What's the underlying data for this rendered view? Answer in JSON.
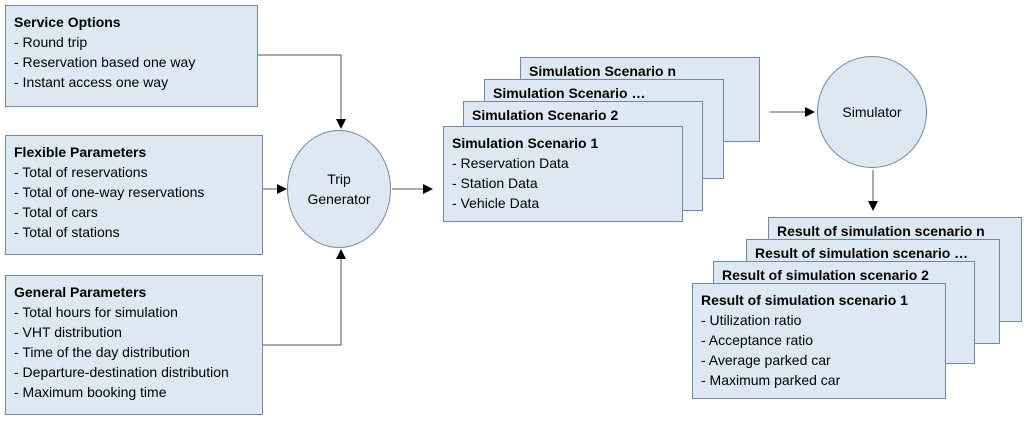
{
  "service_options": {
    "title": "Service Options",
    "items": [
      "- Round trip",
      "- Reservation based one way",
      "- Instant access one way"
    ]
  },
  "flexible_parameters": {
    "title": "Flexible Parameters",
    "items": [
      "- Total of reservations",
      "- Total of one-way reservations",
      "- Total of cars",
      "- Total of stations"
    ]
  },
  "general_parameters": {
    "title": "General Parameters",
    "items": [
      "- Total hours for simulation",
      "- VHT distribution",
      "- Time of the day distribution",
      "- Departure-destination distribution",
      "- Maximum booking time"
    ]
  },
  "trip_generator": {
    "line1": "Trip",
    "line2": "Generator"
  },
  "scenarios": {
    "n": "Simulation Scenario  n",
    "dots": "Simulation Scenario …",
    "s2": "Simulation Scenario 2",
    "s1": {
      "title": "Simulation Scenario 1",
      "items": [
        "- Reservation Data",
        "- Station Data",
        "- Vehicle Data"
      ]
    }
  },
  "simulator": {
    "label": "Simulator"
  },
  "results": {
    "n": "Result of simulation scenario  n",
    "dots": "Result of simulation scenario …",
    "r2": "Result of simulation scenario 2",
    "r1": {
      "title": "Result of simulation scenario 1",
      "items": [
        "- Utilization ratio",
        "- Acceptance ratio",
        "- Average parked car",
        "- Maximum parked car"
      ]
    }
  }
}
